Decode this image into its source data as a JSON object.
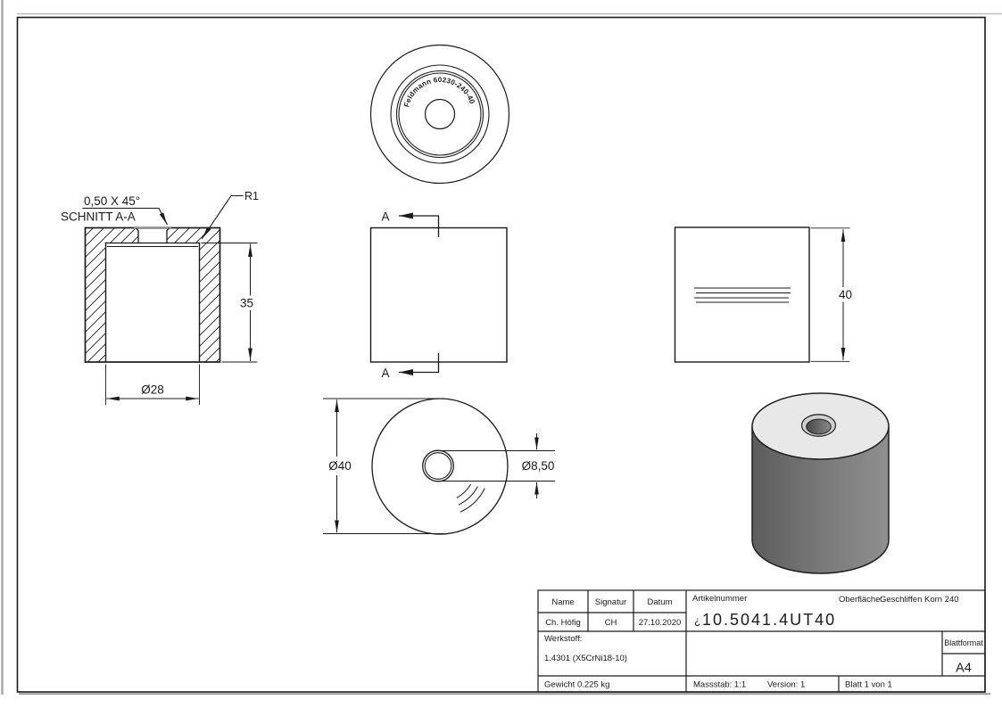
{
  "drawing": {
    "section_view": {
      "title": "SCHNITT A-A",
      "chamfer_note": "0,50 X 45°",
      "fillet_note": "R1",
      "depth_dim": "35",
      "bore_dim": "Ø28"
    },
    "top_view": {
      "engraving": "Feldmann 60230-240-40"
    },
    "front_view": {
      "section_label_top": "A",
      "section_label_bottom": "A"
    },
    "side_view": {
      "height_dim": "40"
    },
    "bottom_view": {
      "outer_dia_dim": "Ø40",
      "hole_dia_dim": "Ø8,50"
    }
  },
  "title_block": {
    "name_label": "Name",
    "signatur_label": "Signatur",
    "datum_label": "Datum",
    "name_value": "Ch. Höfig",
    "signatur_value": "CH",
    "datum_value": "27.10.2020",
    "artikelnummer_label": "Artikelnummer",
    "artikelnummer_prefix": "¿",
    "artikelnummer_value": "10.5041.4UT40",
    "oberflaeche_label": "Oberfläche:",
    "oberflaeche_value": "Geschliffen Korn 240",
    "werkstoff_label": "Werkstoff:",
    "werkstoff_value": "1.4301 (X5CrNi18-10)",
    "gewicht": "Gewicht 0.225 kg",
    "massstab": "Massstab: 1:1",
    "version": "Version: 1",
    "blatt": "Blatt 1 von 1",
    "blattformat_label": "Blattformat",
    "blattformat_value": "A4"
  },
  "colors": {
    "line": "#1a1a1a",
    "cylinder_top_face": "#e8e8e8",
    "cylinder_body_dark": "#5c5c5c",
    "cylinder_body_light": "#8f8f8f",
    "chamfer_edge_gray": "#9a9a9a",
    "page_shadow": "#a8a8a8"
  }
}
